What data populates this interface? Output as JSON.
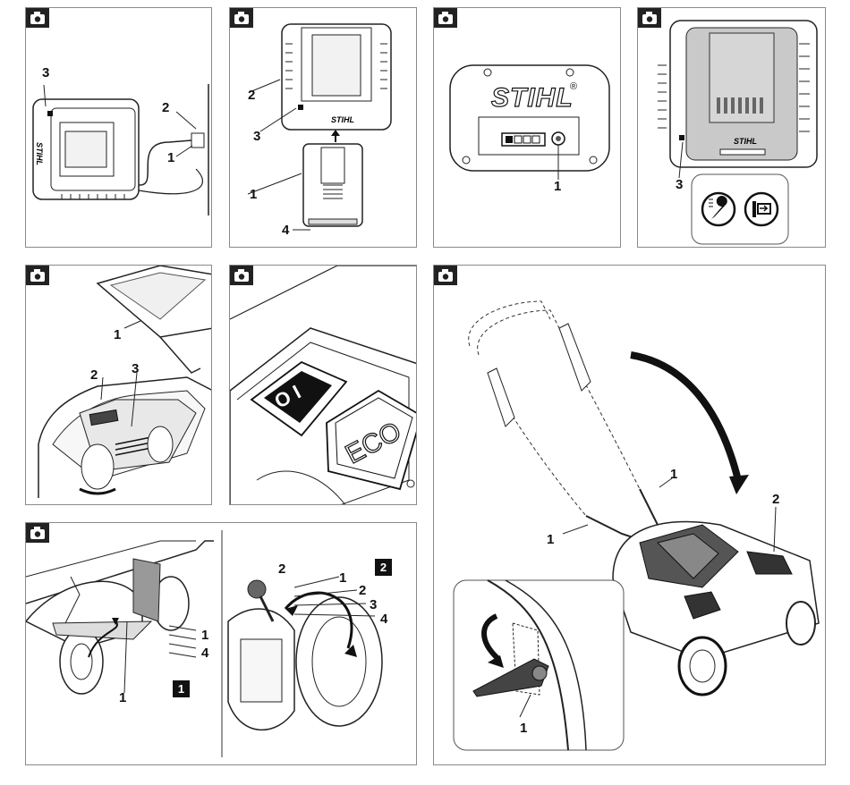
{
  "panels": {
    "p1": {
      "labels": [
        "3",
        "2",
        "1"
      ],
      "brand": "STIHL"
    },
    "p2": {
      "labels": [
        "2",
        "3",
        "1",
        "4"
      ],
      "brand": "STIHL"
    },
    "p3": {
      "labels": [
        "1"
      ],
      "brand": "STIHL",
      "reg": "®"
    },
    "p4": {
      "labels": [
        "3"
      ],
      "brand": "STIHL"
    },
    "p5": {
      "labels": [
        "1",
        "2",
        "3"
      ]
    },
    "p6": {
      "switch_text": "O I",
      "eco_text": "ECO"
    },
    "p7": {
      "left_labels": [
        "1",
        "4",
        "1"
      ],
      "left_box": "1",
      "right_labels": [
        "2",
        "1",
        "2",
        "3",
        "4"
      ],
      "right_box": "2"
    },
    "p8": {
      "labels": [
        "1",
        "2",
        "1",
        "1"
      ]
    }
  },
  "icon_names": [
    "camera-icon",
    "wrench-icon",
    "battery-arrow-icon"
  ]
}
